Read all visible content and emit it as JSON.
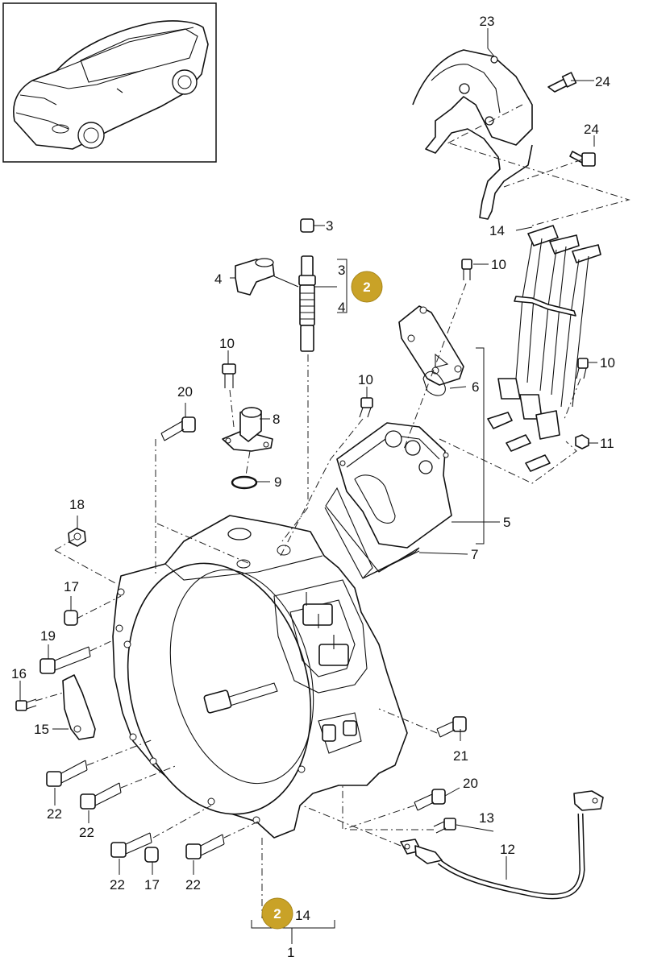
{
  "callouts": {
    "c1": "1",
    "c2": "2",
    "c3a": "3",
    "c3b": "3",
    "c4a": "4",
    "c4b": "4",
    "c5": "5",
    "c6": "6",
    "c7": "7",
    "c8": "8",
    "c9": "9",
    "c10a": "10",
    "c10b": "10",
    "c10c": "10",
    "c10d": "10",
    "c11": "11",
    "c12": "12",
    "c13": "13",
    "c14a": "14",
    "c14b": "14",
    "c15": "15",
    "c16": "16",
    "c17a": "17",
    "c17b": "17",
    "c18": "18",
    "c19": "19",
    "c20a": "20",
    "c20b": "20",
    "c21": "21",
    "c22a": "22",
    "c22b": "22",
    "c22c": "22",
    "c22d": "22",
    "c23": "23",
    "c24a": "24",
    "c24b": "24"
  },
  "badges": {
    "b1": "2",
    "b2": "2"
  },
  "colors": {
    "badge": "#c9a227",
    "line": "#111111"
  },
  "icons": {
    "vehicle_thumbnail": "car-thumbnail-icon"
  }
}
